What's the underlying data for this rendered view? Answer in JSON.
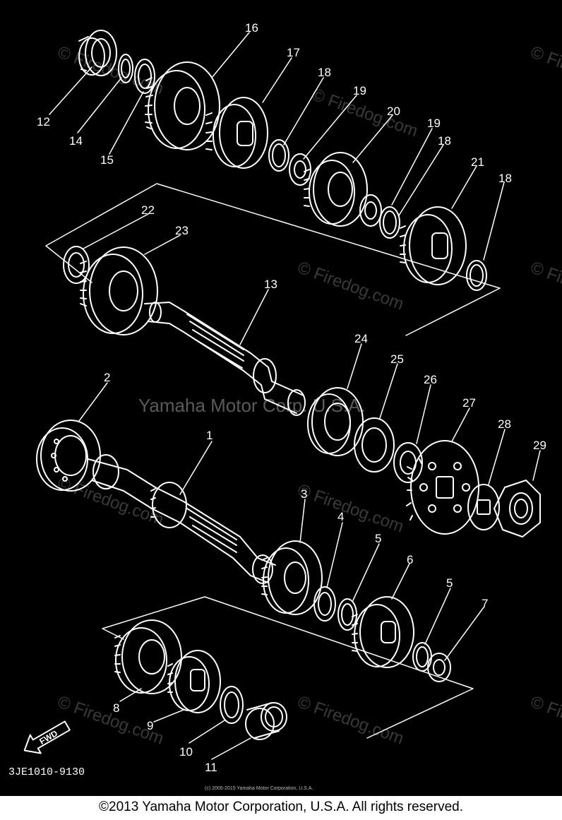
{
  "diagram": {
    "callouts": [
      "1",
      "2",
      "3",
      "4",
      "5",
      "5",
      "6",
      "7",
      "8",
      "9",
      "10",
      "11",
      "12",
      "13",
      "14",
      "15",
      "16",
      "17",
      "18",
      "18",
      "18",
      "19",
      "19",
      "20",
      "21",
      "22",
      "23",
      "24",
      "25",
      "26",
      "27",
      "28",
      "29"
    ],
    "part_code": "3JE1010-9130",
    "fwd_label": "FWD",
    "center_watermark": "Yamaha Motor Corp. U.S.A.",
    "watermark": "© Firedog.com",
    "small_credit": "(c) 2005-2015 Yamaha Motor Corporation, U.S.A.",
    "colors": {
      "background": "#000000",
      "lines": "#ffffff",
      "footer_bg": "#ffffff",
      "footer_text": "#000000"
    }
  },
  "footer": {
    "copyright": "©2013 Yamaha Motor Corporation, U.S.A. All rights reserved."
  }
}
